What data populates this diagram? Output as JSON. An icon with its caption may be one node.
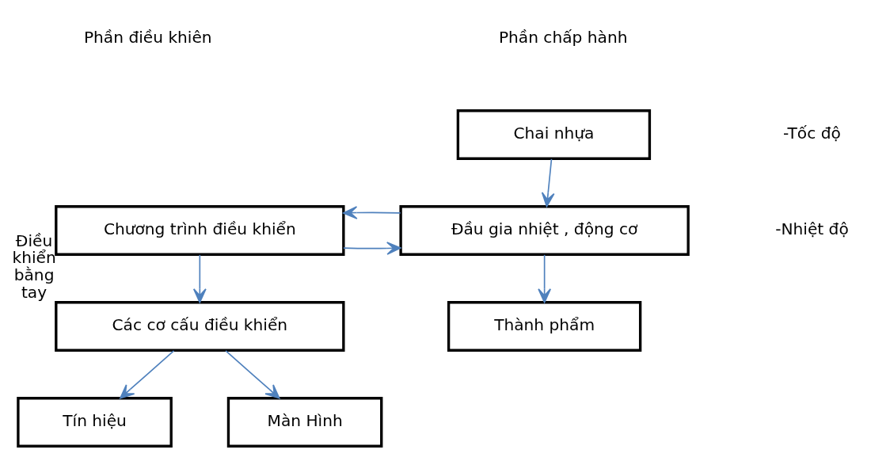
{
  "diagram": {
    "nodes": [
      {
        "text": [
          "Chai nhựa"
        ]
      },
      {
        "text": [
          "Chương trình điều khiển"
        ]
      },
      {
        "text": [
          "Đầu gia nhiệt , động cơ"
        ]
      },
      {
        "text": [
          "Các cơ cấu điều khiển"
        ],
        "beside": [
          "Điều khiển bằng tay"
        ]
      },
      {
        "text": [
          "Thành phẩm"
        ]
      },
      {
        "text": [
          "Tín hiệu"
        ]
      },
      {
        "text": [
          "Màn Hình"
        ]
      }
    ],
    "edges": [
      {
        "from": 0,
        "to": 2,
        "arrow": "to"
      },
      {
        "from": 1,
        "to": 2,
        "arrow": "to"
      },
      {
        "from": 2,
        "to": 1,
        "arrow": "to"
      },
      {
        "from": 1,
        "to": 3,
        "arrow": "to"
      },
      {
        "from": 2,
        "to": 4,
        "arrow": "to"
      },
      {
        "from": 3,
        "to": 5,
        "arrow": "to"
      },
      {
        "from": 3,
        "to": 6,
        "arrow": "to"
      }
    ],
    "labels": [
      "Phần điều khiên",
      "Phần chấp hành",
      "-Tốc độ",
      "-Nhiệt độ"
    ]
  }
}
